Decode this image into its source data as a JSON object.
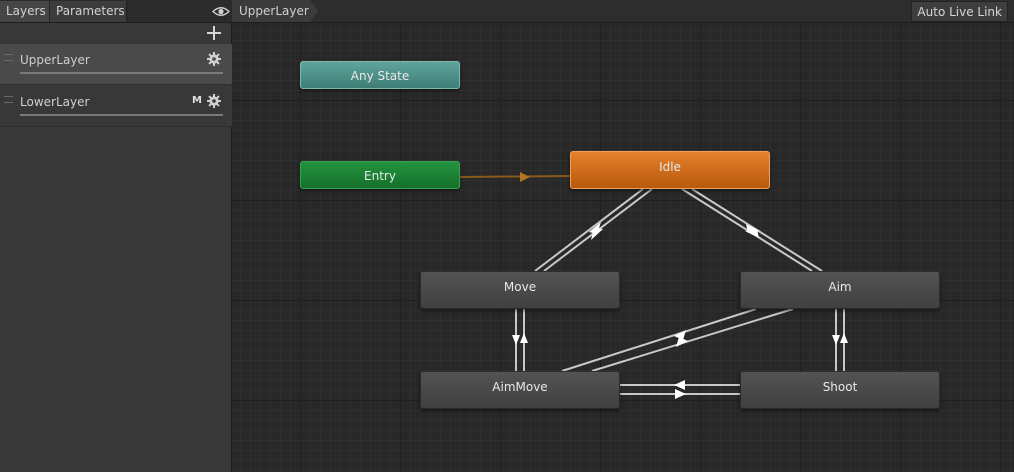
{
  "left_panel": {
    "tabs": [
      {
        "label": "Layers",
        "active": true
      },
      {
        "label": "Parameters",
        "active": false
      }
    ],
    "visibility_icon": "eye-icon",
    "add_icon": "plus-icon",
    "layers": [
      {
        "name": "UpperLayer",
        "badge": "",
        "icon": "gear-icon",
        "selected": true
      },
      {
        "name": "LowerLayer",
        "badge": "M",
        "icon": "gear-icon",
        "selected": false
      }
    ]
  },
  "graph": {
    "breadcrumb": "UpperLayer",
    "auto_live_link_label": "Auto Live Link",
    "nodes": {
      "any_state": "Any State",
      "entry": "Entry",
      "idle": "Idle",
      "move": "Move",
      "aim": "Aim",
      "aimmove": "AimMove",
      "shoot": "Shoot"
    },
    "colors": {
      "any_state": "#4f958c",
      "entry": "#1b8435",
      "default_state": "#d06f1e",
      "state": "#4a4a4a",
      "transition": "#c8c8c8",
      "entry_transition": "#8a5a1c"
    }
  }
}
